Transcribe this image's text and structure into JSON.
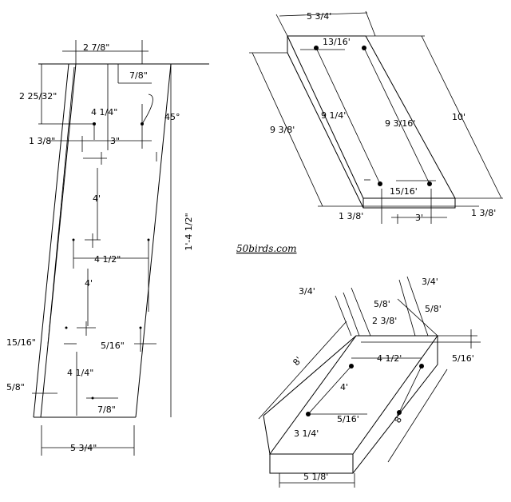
{
  "watermark": "50birds.com",
  "front_panel": {
    "top_width": "2 7/8\"",
    "hole_offset_top": "7/8\"",
    "left_height": "2 25/32\"",
    "center_offset": "4 1/4\"",
    "angle": "45°",
    "left_margin": "1 3/8\"",
    "center_span": "3\"",
    "mid_gap": "4'",
    "mid_width": "4 1/2\"",
    "lower_gap": "4'",
    "left_edge_offset": "15/16\"",
    "right_offset": "5/16\"",
    "lower_height": "4 1/4\"",
    "bottom_hole": "7/8\"",
    "left_small": "5/8\"",
    "bottom_width": "5 3/4\"",
    "overall_height": "1'-4 1/2\""
  },
  "roof_panel": {
    "top_width": "5 3/4'",
    "hole_spacing": "13/16'",
    "long_side": "9 3/8'",
    "inner_1": "9 1/4'",
    "inner_2": "9 3/16'",
    "right_length": "10'",
    "bottom_spacing": "15/16'",
    "left_margin": "1 3/8'",
    "center": "3'",
    "right_margin": "1 3/8'"
  },
  "floor_panel": {
    "left_top": "3/4'",
    "right_top": "3/4'",
    "inner_left": "5/8'",
    "inner_right": "5/8'",
    "center": "2 3/8'",
    "width": "4 1/2'",
    "right_side": "5/16'",
    "side_label": "4'",
    "lower_offset": "5/16'",
    "lower_width": "3 1/4'",
    "left_len": "8'",
    "right_len": "8'",
    "bottom_width": "5 1/8'"
  }
}
